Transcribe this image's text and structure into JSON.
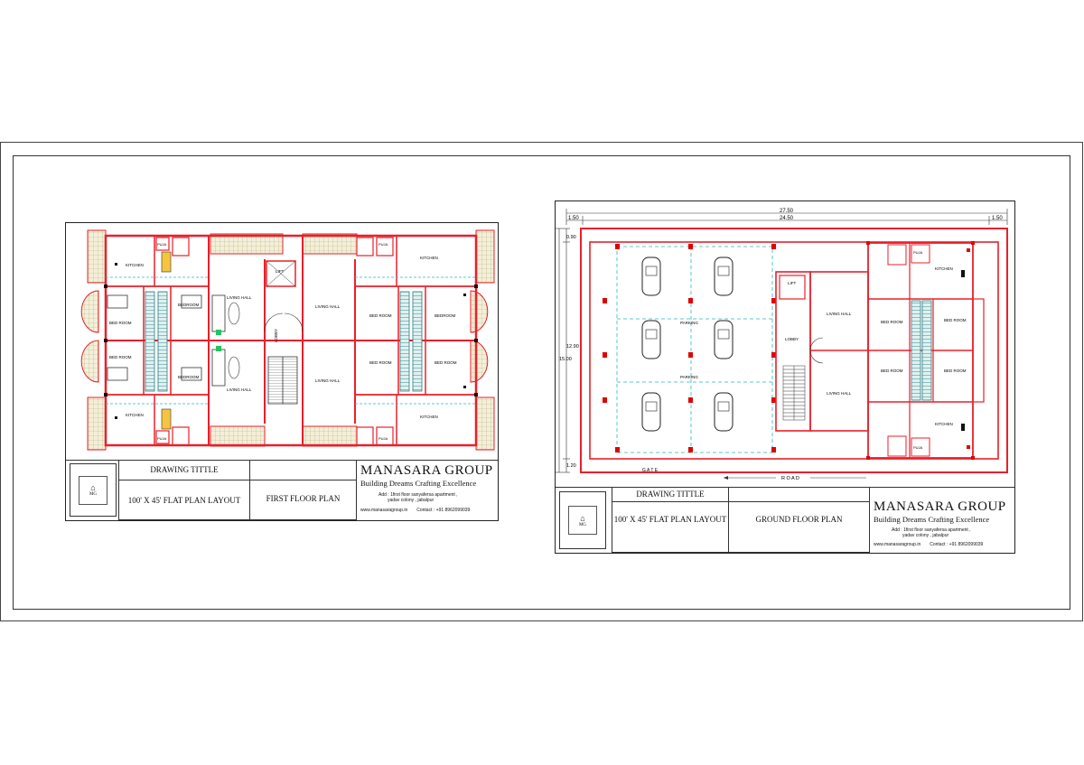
{
  "sheet1": {
    "rooms": {
      "kitchen_tl": "KITCHEN",
      "kitchen_bl": "KITCHEN",
      "puja_tl": "PUJA",
      "puja_bl": "PUJA",
      "bed_a": "BED ROOM",
      "bed_b": "BEDROOM",
      "bed_c": "BED ROOM",
      "bed_d": "BEDROOM",
      "living_left_top": "LIVING HALL",
      "living_left_bot": "LIVING HALL",
      "lift": "LIFT",
      "lobby": "LOBBY",
      "living_mid_top": "LIVING HALL",
      "living_mid_bot": "LIVING HALL",
      "bed_r1": "BED ROOM",
      "bed_r2": "BEDROOM",
      "bed_r3": "BED ROOM",
      "bed_r4": "BED ROOM",
      "kitchen_tr": "KITCHEN",
      "kitchen_br": "KITCHEN",
      "puja_tr": "PUJA",
      "puja_br": "PUJA"
    },
    "titleblock": {
      "drawing_title_label": "DRAWING TITTLE",
      "layout": "100' X 45' FLAT PLAN LAYOUT",
      "plan": "FIRST FLOOR PLAN",
      "brand": "MANASARA GROUP",
      "tagline": "Building Dreams  Crafting Excellence",
      "address1": "Add : 1first floor sanyafersa apartment ,",
      "address2": "yadav colony , jabalpur",
      "website": "www.manasaragroup.in",
      "contact": "Contact : +91 8962099039"
    }
  },
  "sheet2": {
    "dims": {
      "top_total": "27.50",
      "top_left": "1.50",
      "top_mid": "24.50",
      "top_right": "1.50",
      "left_top": "0.90",
      "left_inner": "12.90",
      "left_total": "15.00",
      "left_bot": "1.20"
    },
    "rooms": {
      "parking_1": "PARKING",
      "parking_2": "PARKING",
      "lift": "LIFT",
      "lobby": "LOBBY",
      "living_top": "LIVING HALL",
      "living_bot": "LIVING HALL",
      "bed_1": "BED ROOM",
      "bed_2": "BED ROOM",
      "bed_3": "BED ROOM",
      "bed_4": "BED ROOM",
      "kitchen_top": "KITCHEN",
      "kitchen_bot": "KITCHEN",
      "puja_top": "PUJA",
      "puja_bot": "PUJA"
    },
    "gate": "G A T E",
    "road": "R O A D",
    "titleblock": {
      "drawing_title_label": "DRAWING TITTLE",
      "layout": "100' X 45' FLAT PLAN LAYOUT",
      "plan": "GROUND FLOOR PLAN",
      "brand": "MANASARA GROUP",
      "tagline": "Building Dreams  Crafting Excellence",
      "address1": "Add : 1first floor sanyafersa apartment ,",
      "address2": "yadav colony , jabalpur",
      "website": "www.manasaragroup.in",
      "contact": "Contact : +91 8962099039"
    }
  },
  "colors": {
    "wall": "#e8202a",
    "column": "#e00000",
    "tile": "#cfc9a0",
    "dash": "#28b7c4",
    "stair": "#2a7d80",
    "ink": "#222222"
  }
}
